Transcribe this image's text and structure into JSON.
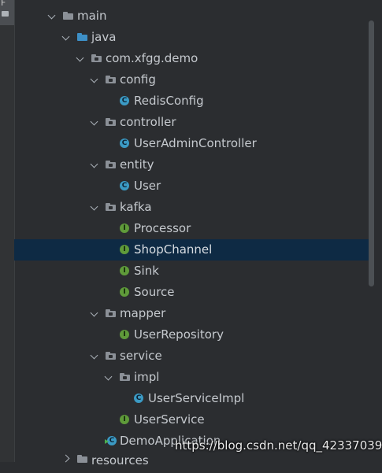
{
  "tree": {
    "items": [
      {
        "label": "main",
        "icon": "folder-icon",
        "expanded": true
      },
      {
        "label": "java",
        "icon": "source-folder-icon",
        "expanded": true
      },
      {
        "label": "com.xfgg.demo",
        "icon": "package-icon",
        "expanded": true
      },
      {
        "label": "config",
        "icon": "package-icon",
        "expanded": true
      },
      {
        "label": "RedisConfig",
        "icon": "class-icon",
        "badge": "C"
      },
      {
        "label": "controller",
        "icon": "package-icon",
        "expanded": true
      },
      {
        "label": "UserAdminController",
        "icon": "class-icon",
        "badge": "C"
      },
      {
        "label": "entity",
        "icon": "package-icon",
        "expanded": true
      },
      {
        "label": "User",
        "icon": "class-icon",
        "badge": "C"
      },
      {
        "label": "kafka",
        "icon": "package-icon",
        "expanded": true
      },
      {
        "label": "Processor",
        "icon": "interface-icon",
        "badge": "I"
      },
      {
        "label": "ShopChannel",
        "icon": "interface-icon",
        "badge": "I",
        "selected": true
      },
      {
        "label": "Sink",
        "icon": "interface-icon",
        "badge": "I"
      },
      {
        "label": "Source",
        "icon": "interface-icon",
        "badge": "I"
      },
      {
        "label": "mapper",
        "icon": "package-icon",
        "expanded": true
      },
      {
        "label": "UserRepository",
        "icon": "interface-icon",
        "badge": "I"
      },
      {
        "label": "service",
        "icon": "package-icon",
        "expanded": true
      },
      {
        "label": "impl",
        "icon": "package-icon",
        "expanded": true
      },
      {
        "label": "UserServiceImpl",
        "icon": "class-icon",
        "badge": "C"
      },
      {
        "label": "UserService",
        "icon": "interface-icon",
        "badge": "I"
      },
      {
        "label": "DemoApplication",
        "icon": "spring-boot-class-icon",
        "badge": "C"
      },
      {
        "label": "resources",
        "icon": "folder-icon",
        "expanded": false
      }
    ]
  },
  "toolstrip": {
    "glyph": "F"
  },
  "watermark": "https://blog.csdn.net/qq_42337039",
  "colors": {
    "background": "#2b2d30",
    "selection": "#0e2a44",
    "text": "#c5c9ce",
    "class_badge": "#3b9ac4",
    "interface_badge": "#5f9b3a",
    "source_folder": "#3d8fc6"
  }
}
